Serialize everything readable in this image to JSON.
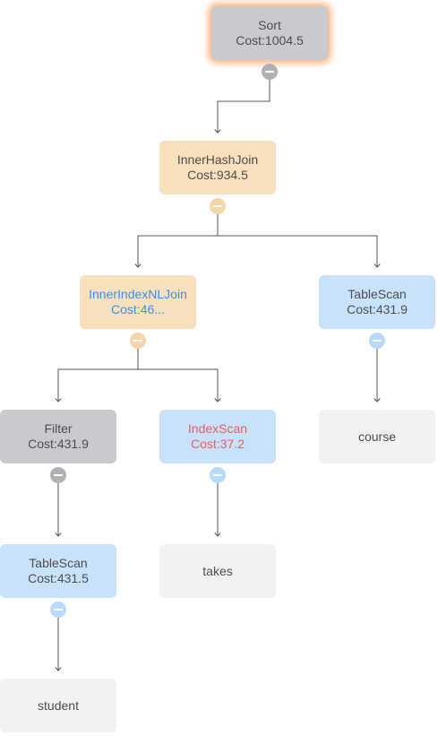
{
  "colors": {
    "node_gray": "#c9cacd",
    "node_orange": "#f8e0bd",
    "node_blue": "#c8e2fc",
    "node_leaf": "#f2f2f2",
    "text_blue": "#3e8ef1",
    "text_red": "#f05a5a",
    "edge": "#555555",
    "highlight_glow": "#ff8c3c"
  },
  "nodes": {
    "sort": {
      "name": "Sort",
      "cost": "Cost:1004.5"
    },
    "inner_hash_join": {
      "name": "InnerHashJoin",
      "cost": "Cost:934.5"
    },
    "inner_index_nl_join": {
      "name": "InnerIndexNLJoin",
      "cost": "Cost:46..."
    },
    "table_scan_course": {
      "name": "TableScan",
      "cost": "Cost:431.9"
    },
    "filter": {
      "name": "Filter",
      "cost": "Cost:431.9"
    },
    "index_scan": {
      "name": "IndexScan",
      "cost": "Cost:37.2"
    },
    "course": {
      "name": "course"
    },
    "table_scan_student": {
      "name": "TableScan",
      "cost": "Cost:431.5"
    },
    "takes": {
      "name": "takes"
    },
    "student": {
      "name": "student"
    }
  },
  "icons": {
    "collapse_toggle": "minus-circle-icon"
  }
}
